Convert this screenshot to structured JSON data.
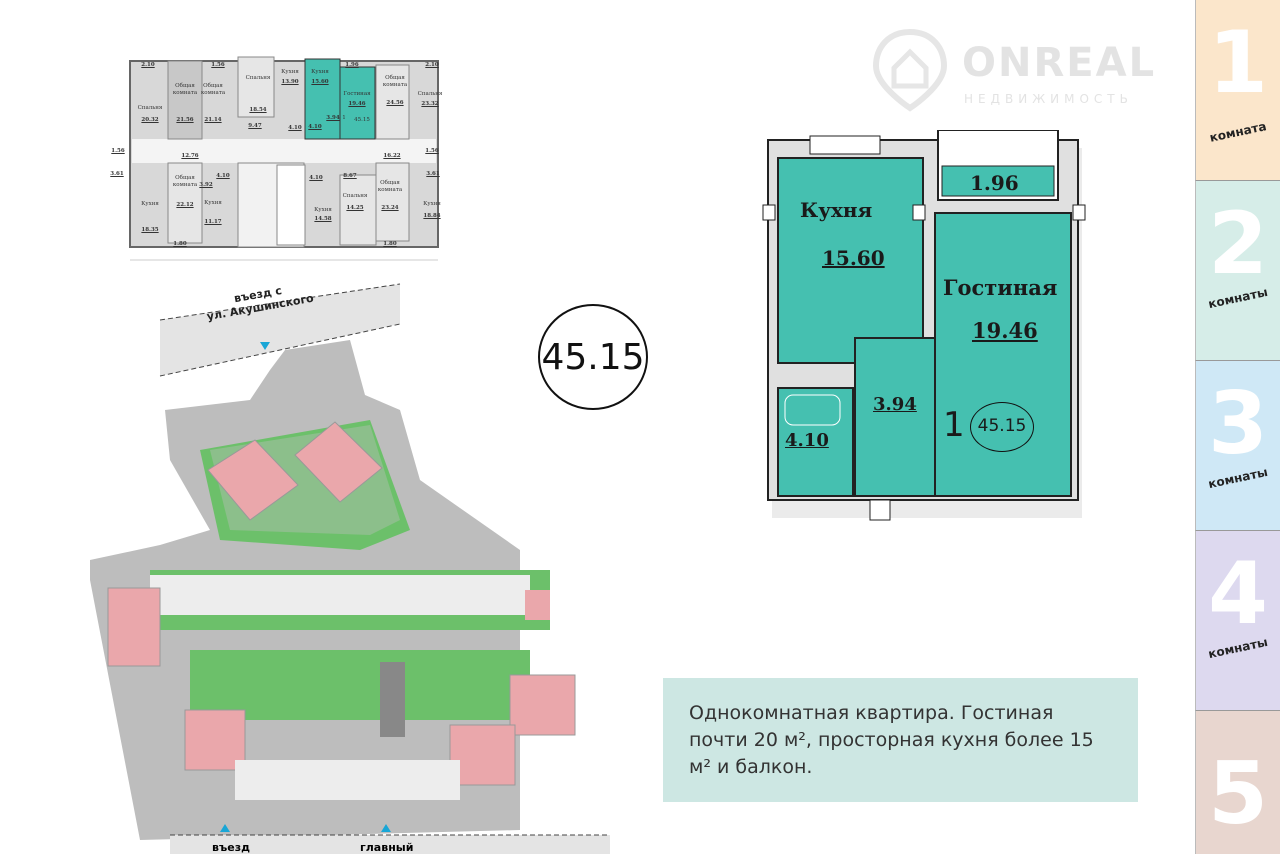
{
  "watermark": {
    "brand": "ONREAL",
    "sub": "НЕДВИЖИМОСТЬ"
  },
  "tabs": [
    {
      "num": "1",
      "label": "комната",
      "color": "#fbe6cb"
    },
    {
      "num": "2",
      "label": "комнаты",
      "color": "#d6ede8"
    },
    {
      "num": "3",
      "label": "комнаты",
      "color": "#cfe8f6"
    },
    {
      "num": "4",
      "label": "комнаты",
      "color": "#ddd9ef"
    },
    {
      "num": "5",
      "label": "",
      "color": "#e8d6cf"
    }
  ],
  "area_badge": "45.15",
  "plan": {
    "kitchen": {
      "name": "Кухня",
      "area": "15.60"
    },
    "living": {
      "name": "Гостиная",
      "area": "19.46"
    },
    "balcony": "1.96",
    "hall": "3.94",
    "bath": "4.10",
    "rooms": "1",
    "total": "45.15"
  },
  "floor_plan": {
    "labels": [
      "2.10",
      "Спальня",
      "20.32",
      "Общая комната",
      "21.56",
      "1.56",
      "Общая комната",
      "21.14",
      "Спальня",
      "18.54",
      "Кухня",
      "13.90",
      "Кухня",
      "15.60",
      "1.96",
      "Гостиная",
      "19.46",
      "Общая комната",
      "24.56",
      "Спальня",
      "23.32",
      "2.10",
      "9.47",
      "4.10",
      "4.10",
      "3.94",
      "1",
      "45.15",
      "1.56",
      "12.76",
      "16.22",
      "1.56",
      "3.61",
      "3.61",
      "Общая комната",
      "22.12",
      "3.92",
      "4.10",
      "Кухня",
      "11.17",
      "4.10",
      "8.67",
      "Кухня",
      "14.58",
      "Спальня",
      "14.25",
      "Общая комната",
      "23.24",
      "Кухня",
      "18.84",
      "Кухня",
      "18.35",
      "1.80",
      "1.80"
    ]
  },
  "site": {
    "entry_top_1": "въезд с",
    "entry_top_2": "ул. Акушинского",
    "entry_bottom_left": "въезд",
    "entry_bottom_main": "главный"
  },
  "description": "Однокомнатная квартира.  Гостиная почти 20 м², просторная кухня более 15 м² и балкон."
}
